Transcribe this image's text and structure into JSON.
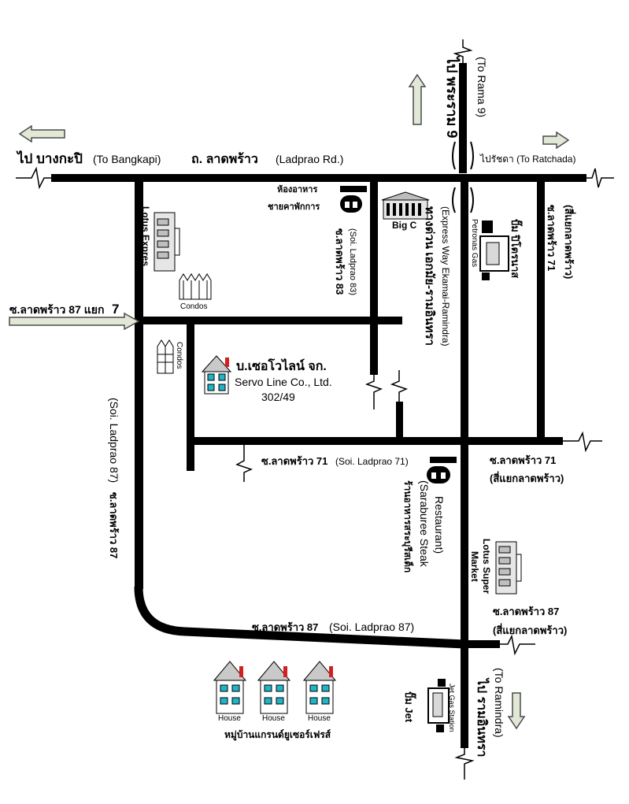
{
  "colors": {
    "road": "#000000",
    "arrow_fill": "#e2e8d6",
    "arrow_stroke": "#4a4a4a",
    "window": "#1fb5c6",
    "roof": "#c9c9c9",
    "chimney": "#d21f1f",
    "building": "#d9d9d9"
  },
  "roads": {
    "ladprao_main_th": "ถ. ลาดพร้าว",
    "ladprao_main_en": "(Ladprao  Rd.)",
    "to_bangkapi_th": "ไป บางกะปิ",
    "to_bangkapi_en": "(To Bangkapi)",
    "to_rama9_th": "ไป พระราม 9",
    "to_rama9_en": "(To Rama 9)",
    "to_ratchada": "ไปรัชดา (To Ratchada)",
    "soi87_yaek7_th": "ซ.ลาดพร้าว 87 แยก",
    "soi87_yaek7_num": "7",
    "soi83_th": "ซ.ลาดพร้าว 83",
    "soi83_en": "(Soi. Ladprao 83)",
    "expressway_th": "ทางด่วน เอกมัย-รามอินทรา",
    "expressway_en": "(Express Way Ekamai-Ramindra)",
    "soi71_top_th": "ซ.ลาดพร้าว 71",
    "soi71_top_th2": "(สี่แยกลาดพร้าว)",
    "soi71_mid_th": "ซ.ลาดพร้าว 71",
    "soi71_mid_en": "(Soi. Ladprao  71)",
    "soi71_right_th": "ซ.ลาดพร้าว 71",
    "soi71_right_th2": "(สี่แยกลาดพร้าว)",
    "soi87_left_th": "ซ.ลาดพร้าว 87",
    "soi87_left_en": "(Soi. Ladprao 87)",
    "soi87_bottom_th": "ซ.ลาดพร้าว 87",
    "soi87_bottom_en": "(Soi. Ladprao 87)",
    "soi87_right_th": "ซ.ลาดพร้าว 87",
    "soi87_right_th2": "(สี่แยกลาดพร้าว)",
    "to_ramindra_th": "ไป รามอินทรา",
    "to_ramindra_en": "(To Ramindra)"
  },
  "landmarks": {
    "restaurant_top_1": "ห้องอาหาร",
    "restaurant_top_2": "ชายคาพักการ",
    "big_c": "Big C",
    "lotus_express": "Lotus Expres",
    "condos_1": "Condos",
    "condos_2": "Condos",
    "petronas_th": "ปั๊ม ปิโตรนาส",
    "petronas_en": "Petronas Gas",
    "saraburee_th": "ร้านอาหารสระบุรีสเต็ก",
    "saraburee_en_1": "(Saraburee Steak",
    "saraburee_en_2": "Restaurant)",
    "lotus_super_1": "Lotus Super",
    "lotus_super_2": "Market",
    "jet_th": "ปั๊ม Jet",
    "jet_en": "Jet Gas Station",
    "house_label": "House",
    "village_th": "หมู่บ้านแกรนด์ยูเซอร์เฟรส์"
  },
  "company": {
    "name_th": "บ.เซอโวไลน์ จก.",
    "name_en": "Servo Line Co., Ltd.",
    "address": "302/49"
  }
}
